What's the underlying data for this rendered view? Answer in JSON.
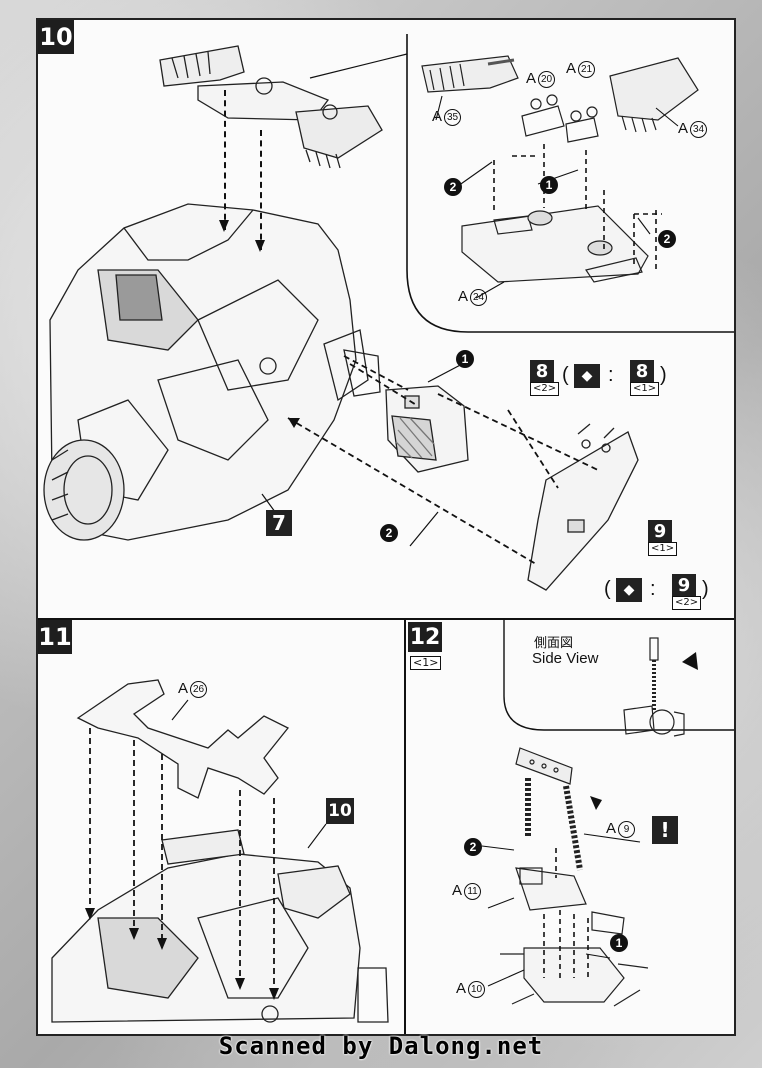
{
  "steps": {
    "s10": "10",
    "s11": "11",
    "s12": "12",
    "s12_sub": "<1>"
  },
  "labels": {
    "a35": "A",
    "a35n": "35",
    "a20": "A",
    "a20n": "20",
    "a21": "A",
    "a21n": "21",
    "a34": "A",
    "a34n": "34",
    "a24": "A",
    "a24n": "24",
    "a26": "A",
    "a26n": "26",
    "a9": "A",
    "a9n": "9",
    "a11": "A",
    "a11n": "11",
    "a10": "A",
    "a10n": "10"
  },
  "markers": {
    "one": "1",
    "two": "2",
    "box7": "7",
    "box10": "10",
    "box8": "8",
    "box8_sub": "<2>",
    "box8b": "8",
    "box8b_sub": "<1>",
    "box9": "9",
    "box9_sub": "<1>",
    "box9b": "9",
    "box9b_sub": "<2>",
    "paren_open": "(",
    "paren_close": ")",
    "colon": ":",
    "warn": "!"
  },
  "side_view": {
    "jp": "側面図",
    "en": "Side View"
  },
  "footer": "Scanned by Dalong.net",
  "colors": {
    "ink": "#111111",
    "paper": "#fbfbfb"
  }
}
